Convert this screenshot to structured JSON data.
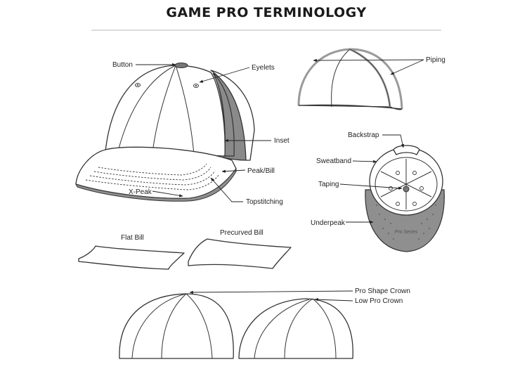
{
  "title": "GAME PRO TERMINOLOGY",
  "labels": {
    "button": "Button",
    "eyelets": "Eyelets",
    "inset": "Inset",
    "peak_bill": "Peak/Bill",
    "x_peak": "X-Peak",
    "topstitching": "Topstitching",
    "piping": "Piping",
    "backstrap": "Backstrap",
    "sweatband": "Sweatband",
    "taping": "Taping",
    "underpeak": "Underpeak",
    "flat_bill": "Flat Bill",
    "precurved_bill": "Precurved Bill",
    "pro_shape_crown": "Pro Shape Crown",
    "low_pro_crown": "Low Pro Crown"
  },
  "underpeak_imprint": "Pro Series",
  "colors": {
    "inset_gray": "#8a8a8a",
    "underpeak_gray": "#8f8f8f",
    "line": "#333333",
    "background": "#ffffff"
  }
}
